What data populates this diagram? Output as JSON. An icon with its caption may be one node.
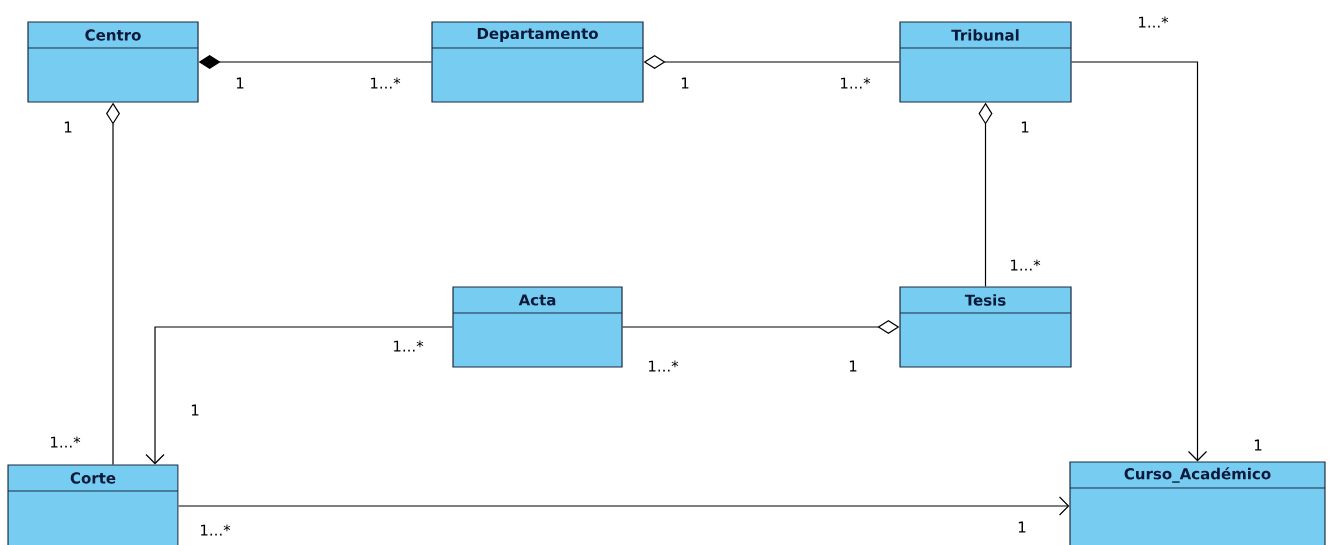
{
  "diagram": {
    "nodes": [
      {
        "text": [
          "Centro"
        ]
      },
      {
        "text": [
          "Departamento"
        ]
      },
      {
        "text": [
          "Tribunal"
        ]
      },
      {
        "text": [
          "Acta"
        ]
      },
      {
        "text": [
          "Tesis"
        ]
      },
      {
        "text": [
          "Corte"
        ]
      },
      {
        "text": [
          "Curso_Académico"
        ]
      }
    ],
    "edges": [
      {
        "from": 0,
        "to": 1,
        "arrow": "other"
      },
      {
        "from": 1,
        "to": 2,
        "arrow": "other"
      },
      {
        "from": 2,
        "to": 4,
        "arrow": "other"
      },
      {
        "from": 4,
        "to": 3,
        "arrow": "other"
      },
      {
        "from": 0,
        "to": 5,
        "arrow": "other"
      },
      {
        "from": 3,
        "to": 5,
        "arrow": "to"
      },
      {
        "from": 5,
        "to": 6,
        "arrow": "to"
      },
      {
        "from": 2,
        "to": 6,
        "arrow": "to"
      }
    ],
    "labels": [
      "1...*",
      "1",
      "1...*",
      "1",
      "1...*",
      "1",
      "1",
      "1...*",
      "1...*",
      "1...*",
      "1",
      "1",
      "1...*",
      "1",
      "1...*",
      "1"
    ]
  }
}
